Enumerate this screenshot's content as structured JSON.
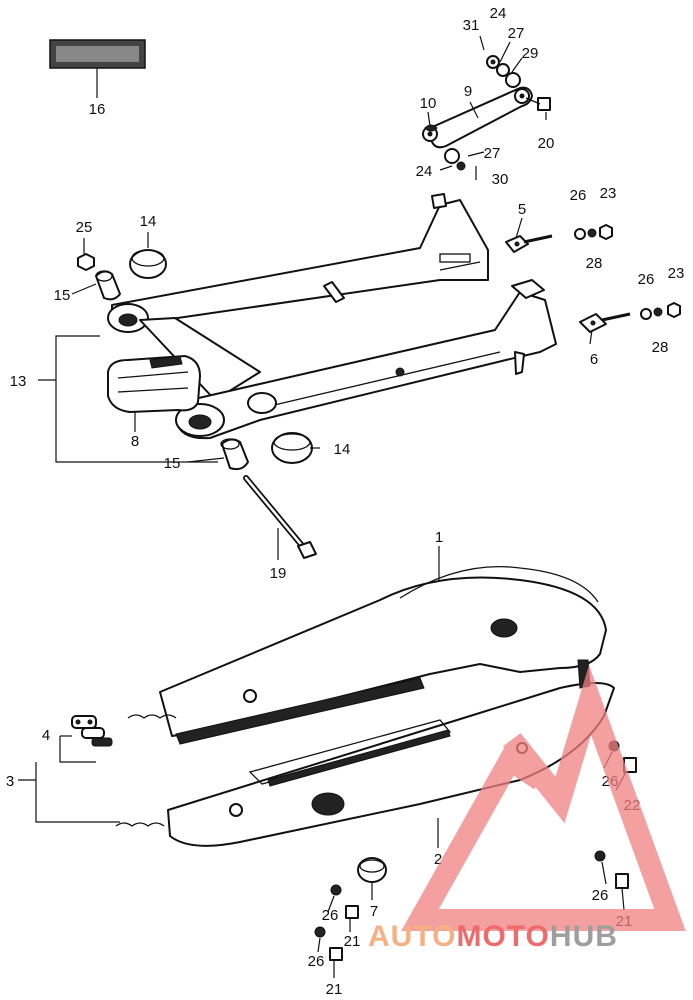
{
  "diagram": {
    "callouts": [
      {
        "id": "c16",
        "text": "16"
      },
      {
        "id": "c31",
        "text": "31"
      },
      {
        "id": "c24a",
        "text": "24"
      },
      {
        "id": "c27a",
        "text": "27"
      },
      {
        "id": "c29",
        "text": "29"
      },
      {
        "id": "c10",
        "text": "10"
      },
      {
        "id": "c9",
        "text": "9"
      },
      {
        "id": "c20",
        "text": "20"
      },
      {
        "id": "c27b",
        "text": "27"
      },
      {
        "id": "c24b",
        "text": "24"
      },
      {
        "id": "c30",
        "text": "30"
      },
      {
        "id": "c25",
        "text": "25"
      },
      {
        "id": "c14a",
        "text": "14"
      },
      {
        "id": "c5",
        "text": "5"
      },
      {
        "id": "c26a",
        "text": "26"
      },
      {
        "id": "c23a",
        "text": "23"
      },
      {
        "id": "c28a",
        "text": "28"
      },
      {
        "id": "c15a",
        "text": "15"
      },
      {
        "id": "c26b",
        "text": "26"
      },
      {
        "id": "c23b",
        "text": "23"
      },
      {
        "id": "c28b",
        "text": "28"
      },
      {
        "id": "c6",
        "text": "6"
      },
      {
        "id": "c13",
        "text": "13"
      },
      {
        "id": "c8",
        "text": "8"
      },
      {
        "id": "c14b",
        "text": "14"
      },
      {
        "id": "c15b",
        "text": "15"
      },
      {
        "id": "c19",
        "text": "19"
      },
      {
        "id": "c1",
        "text": "1"
      },
      {
        "id": "c4",
        "text": "4"
      },
      {
        "id": "c3",
        "text": "3"
      },
      {
        "id": "c26c",
        "text": "26"
      },
      {
        "id": "c22",
        "text": "22"
      },
      {
        "id": "c2",
        "text": "2"
      },
      {
        "id": "c26d",
        "text": "26"
      },
      {
        "id": "c21a",
        "text": "21"
      },
      {
        "id": "c26e",
        "text": "26"
      },
      {
        "id": "c7",
        "text": "7"
      },
      {
        "id": "c21b",
        "text": "21"
      },
      {
        "id": "c26f",
        "text": "26"
      },
      {
        "id": "c21c",
        "text": "21"
      }
    ]
  },
  "watermark": {
    "part1": "AUTO",
    "part2": "MOTO",
    "part3": "HUB",
    "color1": "#f5b183",
    "color2": "#ef6b6b",
    "color3": "#9e9e9e",
    "logo_color": "#f08080"
  }
}
